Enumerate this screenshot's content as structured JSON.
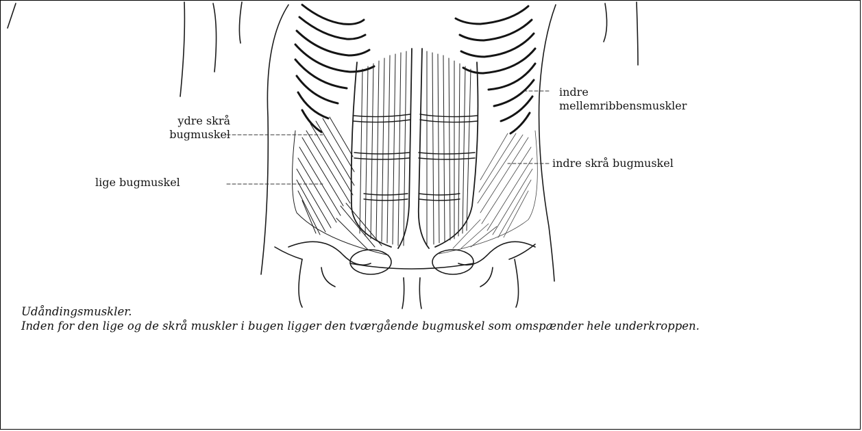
{
  "labels": {
    "ydre_skra_line1": "ydre skrå",
    "ydre_skra_line2": "bugmuskel",
    "lige_bugmuskel": "lige bugmuskel",
    "indre_mellem_line1": "indre",
    "indre_mellem_line2": "mellemribbensmuskler",
    "indre_skra": "indre skrå bugmuskel"
  },
  "caption": {
    "title": "Udåndingsmuskler.",
    "body": "Inden for den lige og de skrå muskler i bugen ligger den tværgående bugmuskel som omspænder hele underkroppen."
  }
}
